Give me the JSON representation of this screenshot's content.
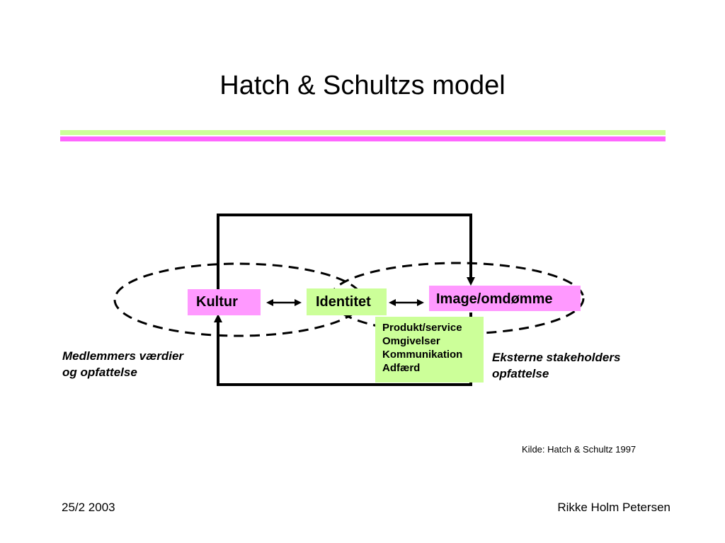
{
  "title": "Hatch & Schultzs model",
  "boxes": {
    "kultur": "Kultur",
    "identitet": "Identitet",
    "image": "Image/omdømme",
    "list": [
      "Produkt/service",
      "Omgivelser",
      "Kommunikation",
      "Adfærd"
    ]
  },
  "captions": {
    "left": [
      "Medlemmers værdier",
      "og opfattelse"
    ],
    "right": [
      "Eksterne stakeholders",
      "opfattelse"
    ]
  },
  "source": "Kilde: Hatch & Schultz 1997",
  "footer": {
    "date": "25/2 2003",
    "author": "Rikke Holm Petersen"
  },
  "colors": {
    "pink": "#ff99ff",
    "green": "#ccff99",
    "rule_green": "#ccff99",
    "rule_pink": "#ff66ff"
  }
}
